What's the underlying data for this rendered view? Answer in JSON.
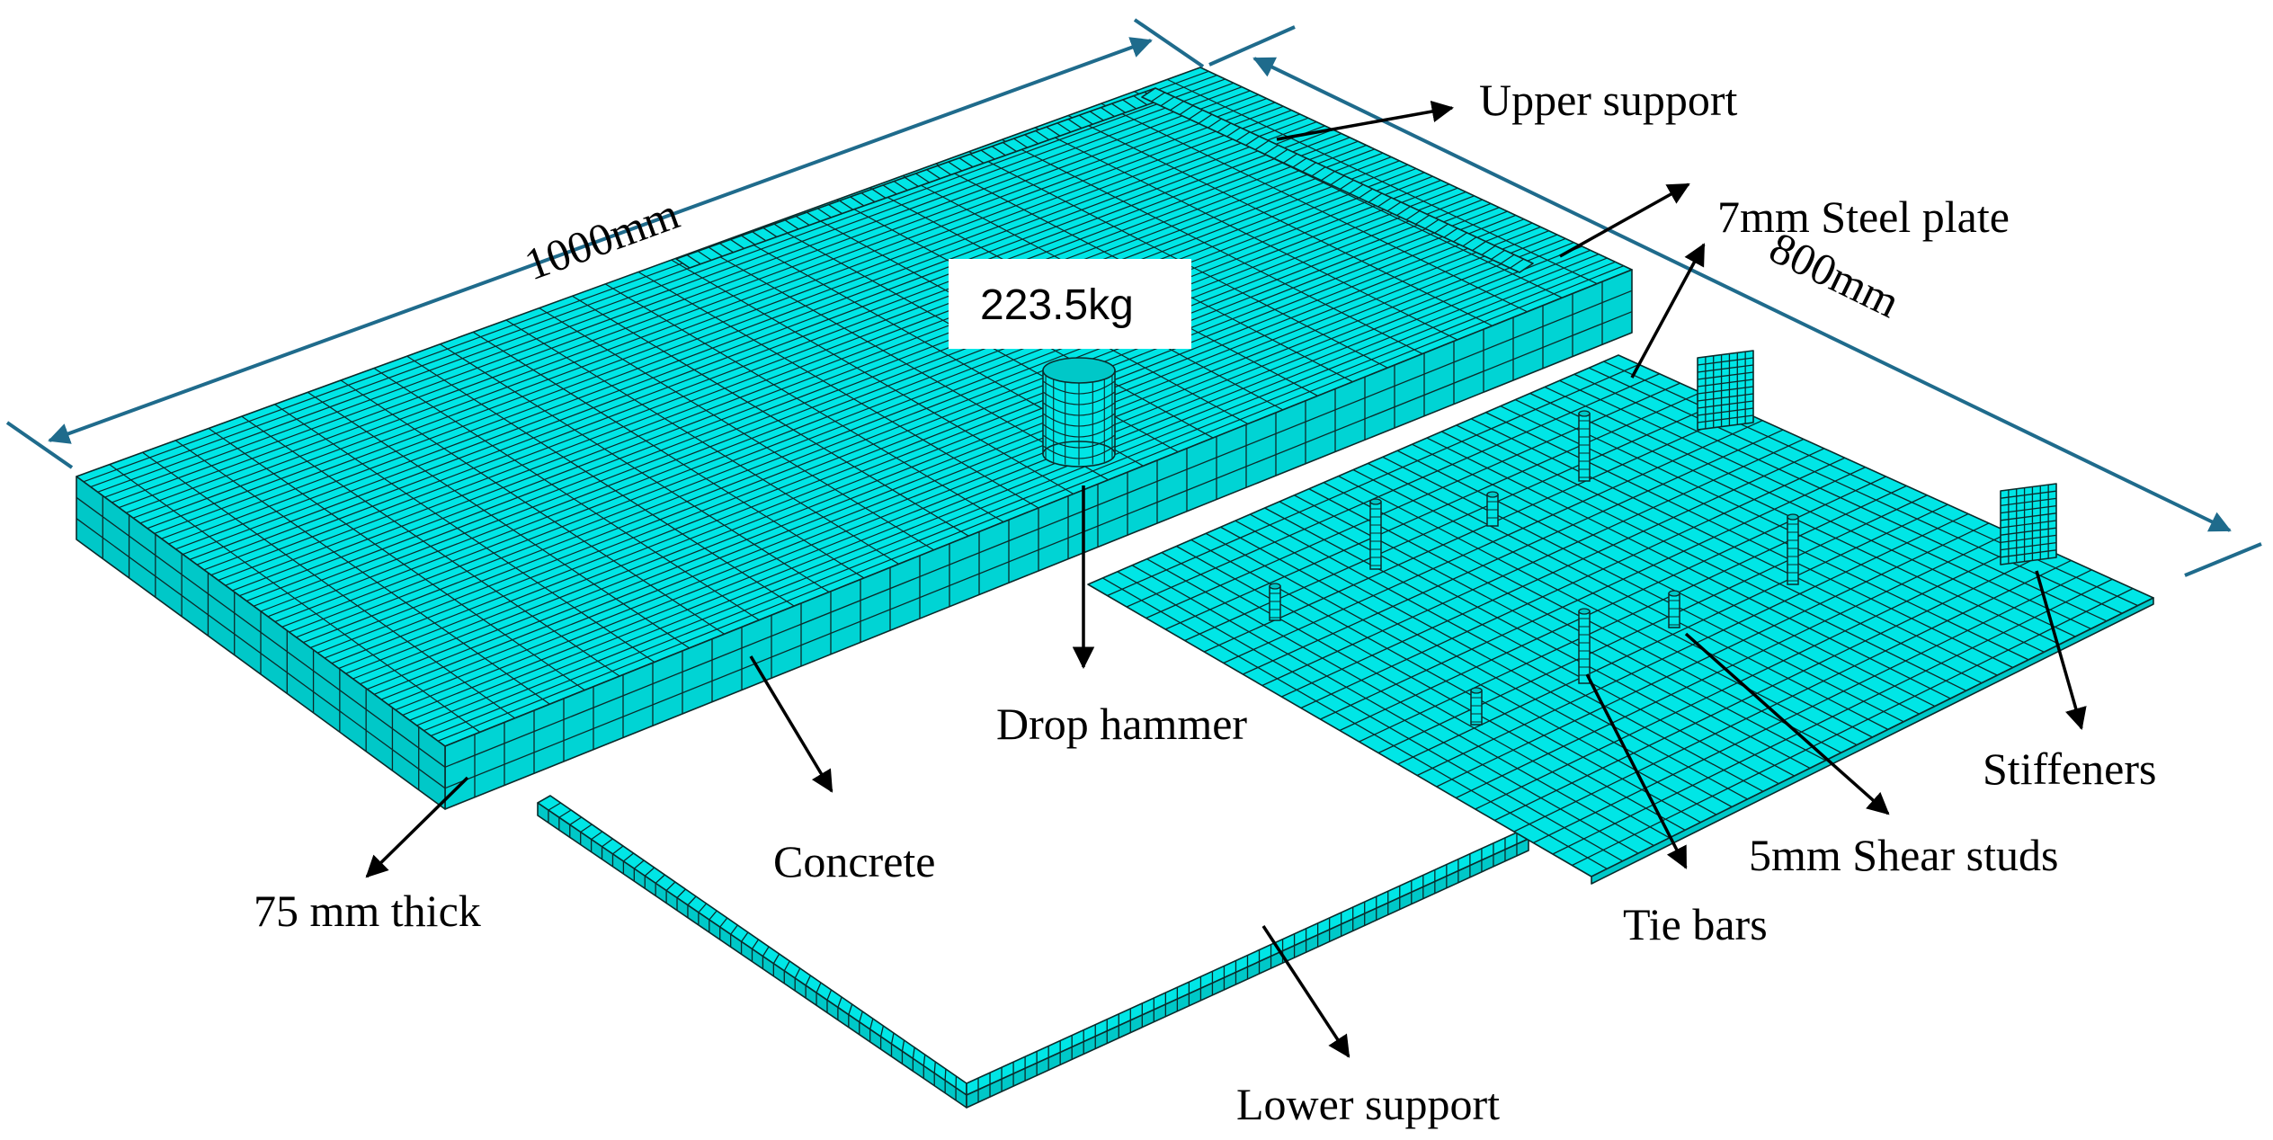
{
  "labels": {
    "length": "1000mm",
    "width": "800mm",
    "mass": "223.5kg",
    "upper_support": "Upper support",
    "steel_plate": "7mm Steel plate",
    "drop_hammer": "Drop hammer",
    "concrete": "Concrete",
    "thickness": "75 mm thick",
    "shear_studs": "5mm Shear studs",
    "tie_bars": "Tie bars",
    "stiffeners": "Stiffeners",
    "lower_support": "Lower support"
  },
  "colors": {
    "mesh_fill": "#00e6e6",
    "mesh_fill_dark": "#00c8c8",
    "mesh_fill_side": "#00d4d4",
    "mesh_line": "#0b2b2b",
    "dimension": "#1f6b8c",
    "arrow": "#000000"
  }
}
